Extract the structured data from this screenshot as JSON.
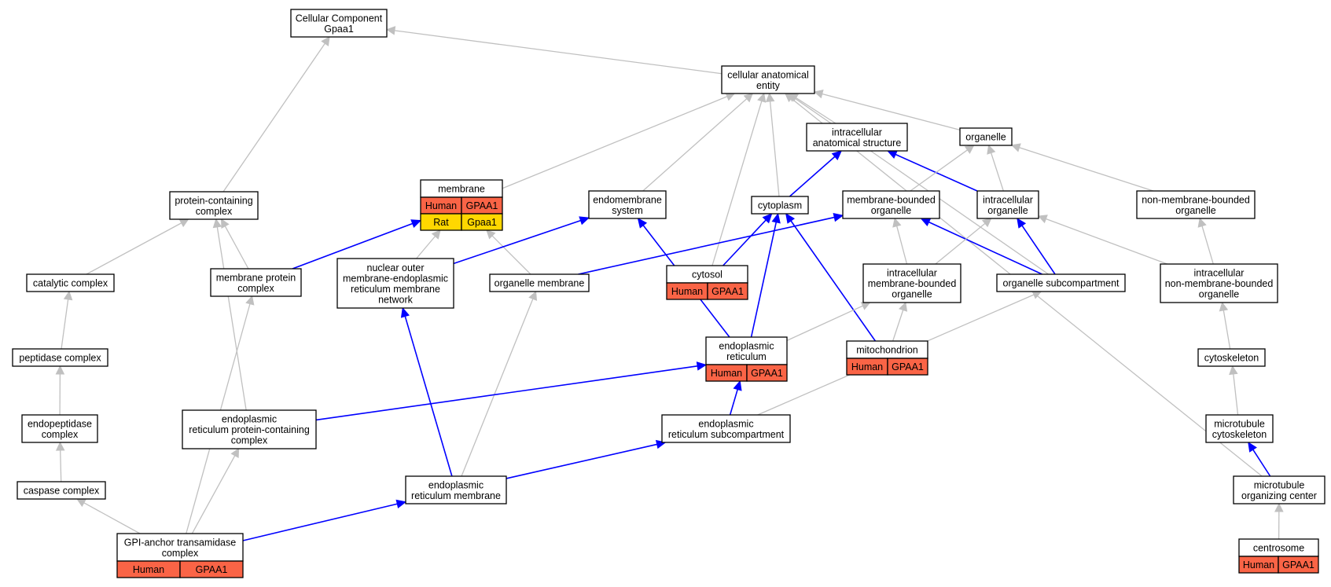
{
  "colors": {
    "human": "#fa6446",
    "rat": "#ffd700",
    "gray_edge": "#c0c0c0",
    "blue_edge": "#0000ff"
  },
  "nodes": {
    "cc_root": {
      "lines": [
        "Cellular Component",
        "Gpaa1"
      ]
    },
    "cae": {
      "lines": [
        "cellular anatomical",
        "entity"
      ]
    },
    "ias": {
      "lines": [
        "intracellular",
        "anatomical structure"
      ]
    },
    "organelle": {
      "lines": [
        "organelle"
      ]
    },
    "pcc": {
      "lines": [
        "protein-containing",
        "complex"
      ]
    },
    "membrane": {
      "lines": [
        "membrane"
      ],
      "rows": [
        [
          "Human",
          "GPAA1"
        ],
        [
          "Rat",
          "Gpaa1"
        ]
      ]
    },
    "endomem": {
      "lines": [
        "endomembrane",
        "system"
      ]
    },
    "cytoplasm": {
      "lines": [
        "cytoplasm"
      ]
    },
    "mbo": {
      "lines": [
        "membrane-bounded",
        "organelle"
      ]
    },
    "io": {
      "lines": [
        "intracellular",
        "organelle"
      ]
    },
    "nmbo": {
      "lines": [
        "non-membrane-bounded",
        "organelle"
      ]
    },
    "cat": {
      "lines": [
        "catalytic complex"
      ]
    },
    "mpc": {
      "lines": [
        "membrane protein",
        "complex"
      ]
    },
    "nomem": {
      "lines": [
        "nuclear outer",
        "membrane-endoplasmic",
        "reticulum membrane",
        "network"
      ]
    },
    "orgmem": {
      "lines": [
        "organelle membrane"
      ]
    },
    "cytosol": {
      "lines": [
        "cytosol"
      ],
      "rows": [
        [
          "Human",
          "GPAA1"
        ]
      ]
    },
    "imbo": {
      "lines": [
        "intracellular",
        "membrane-bounded",
        "organelle"
      ]
    },
    "osub": {
      "lines": [
        "organelle subcompartment"
      ]
    },
    "inmbo": {
      "lines": [
        "intracellular",
        "non-membrane-bounded",
        "organelle"
      ]
    },
    "pepc": {
      "lines": [
        "peptidase complex"
      ]
    },
    "er": {
      "lines": [
        "endoplasmic",
        "reticulum"
      ],
      "rows": [
        [
          "Human",
          "GPAA1"
        ]
      ]
    },
    "mito": {
      "lines": [
        "mitochondrion"
      ],
      "rows": [
        [
          "Human",
          "GPAA1"
        ]
      ]
    },
    "cytosk": {
      "lines": [
        "cytoskeleton"
      ]
    },
    "endopep": {
      "lines": [
        "endopeptidase",
        "complex"
      ]
    },
    "erpcc": {
      "lines": [
        "endoplasmic",
        "reticulum protein-containing",
        "complex"
      ]
    },
    "ersub": {
      "lines": [
        "endoplasmic",
        "reticulum subcompartment"
      ]
    },
    "mtcytosk": {
      "lines": [
        "microtubule",
        "cytoskeleton"
      ]
    },
    "casp": {
      "lines": [
        "caspase complex"
      ]
    },
    "ermem": {
      "lines": [
        "endoplasmic",
        "reticulum membrane"
      ]
    },
    "mtoc": {
      "lines": [
        "microtubule",
        "organizing center"
      ]
    },
    "gpi": {
      "lines": [
        "GPI-anchor transamidase",
        "complex"
      ],
      "rows": [
        [
          "Human",
          "GPAA1"
        ]
      ]
    },
    "centro": {
      "lines": [
        "centrosome"
      ],
      "rows": [
        [
          "Human",
          "GPAA1"
        ]
      ]
    }
  },
  "edges": [
    {
      "from": "cae",
      "to": "cc_root",
      "type": "gray"
    },
    {
      "from": "pcc",
      "to": "cc_root",
      "type": "gray"
    },
    {
      "from": "ias",
      "to": "cae",
      "type": "gray"
    },
    {
      "from": "organelle",
      "to": "cae",
      "type": "gray"
    },
    {
      "from": "membrane",
      "to": "cae",
      "type": "gray"
    },
    {
      "from": "endomem",
      "to": "cae",
      "type": "gray"
    },
    {
      "from": "cytoplasm",
      "to": "cae",
      "type": "gray"
    },
    {
      "from": "cytosol",
      "to": "cae",
      "type": "gray"
    },
    {
      "from": "osub",
      "to": "cae",
      "type": "gray"
    },
    {
      "from": "mtoc",
      "to": "cae",
      "type": "gray"
    },
    {
      "from": "cytoplasm",
      "to": "ias",
      "type": "blue"
    },
    {
      "from": "io",
      "to": "ias",
      "type": "blue"
    },
    {
      "from": "mbo",
      "to": "organelle",
      "type": "gray"
    },
    {
      "from": "io",
      "to": "organelle",
      "type": "gray"
    },
    {
      "from": "nmbo",
      "to": "organelle",
      "type": "gray"
    },
    {
      "from": "cat",
      "to": "pcc",
      "type": "gray"
    },
    {
      "from": "mpc",
      "to": "pcc",
      "type": "gray"
    },
    {
      "from": "erpcc",
      "to": "pcc",
      "type": "gray"
    },
    {
      "from": "mpc",
      "to": "membrane",
      "type": "blue"
    },
    {
      "from": "nomem",
      "to": "membrane",
      "type": "gray"
    },
    {
      "from": "orgmem",
      "to": "membrane",
      "type": "gray"
    },
    {
      "from": "orgmem",
      "to": "mbo",
      "type": "blue"
    },
    {
      "from": "er",
      "to": "endomem",
      "type": "blue"
    },
    {
      "from": "nomem",
      "to": "endomem",
      "type": "blue"
    },
    {
      "from": "cytosol",
      "to": "cytoplasm",
      "type": "blue"
    },
    {
      "from": "er",
      "to": "cytoplasm",
      "type": "blue"
    },
    {
      "from": "mito",
      "to": "cytoplasm",
      "type": "blue"
    },
    {
      "from": "imbo",
      "to": "mbo",
      "type": "gray"
    },
    {
      "from": "osub",
      "to": "mbo",
      "type": "blue"
    },
    {
      "from": "imbo",
      "to": "io",
      "type": "gray"
    },
    {
      "from": "osub",
      "to": "io",
      "type": "blue"
    },
    {
      "from": "inmbo",
      "to": "io",
      "type": "gray"
    },
    {
      "from": "inmbo",
      "to": "nmbo",
      "type": "gray"
    },
    {
      "from": "pepc",
      "to": "cat",
      "type": "gray"
    },
    {
      "from": "gpi",
      "to": "mpc",
      "type": "gray"
    },
    {
      "from": "ermem",
      "to": "nomem",
      "type": "blue"
    },
    {
      "from": "ermem",
      "to": "orgmem",
      "type": "gray"
    },
    {
      "from": "er",
      "to": "imbo",
      "type": "gray"
    },
    {
      "from": "mito",
      "to": "imbo",
      "type": "gray"
    },
    {
      "from": "ersub",
      "to": "osub",
      "type": "gray"
    },
    {
      "from": "cytosk",
      "to": "inmbo",
      "type": "gray"
    },
    {
      "from": "endopep",
      "to": "pepc",
      "type": "gray"
    },
    {
      "from": "erpcc",
      "to": "er",
      "type": "blue"
    },
    {
      "from": "ersub",
      "to": "er",
      "type": "blue"
    },
    {
      "from": "mtcytosk",
      "to": "cytosk",
      "type": "gray"
    },
    {
      "from": "casp",
      "to": "endopep",
      "type": "gray"
    },
    {
      "from": "gpi",
      "to": "erpcc",
      "type": "gray"
    },
    {
      "from": "ermem",
      "to": "ersub",
      "type": "blue"
    },
    {
      "from": "mtoc",
      "to": "mtcytosk",
      "type": "blue"
    },
    {
      "from": "gpi",
      "to": "casp",
      "type": "gray"
    },
    {
      "from": "gpi",
      "to": "ermem",
      "type": "blue"
    },
    {
      "from": "centro",
      "to": "mtoc",
      "type": "gray"
    }
  ]
}
